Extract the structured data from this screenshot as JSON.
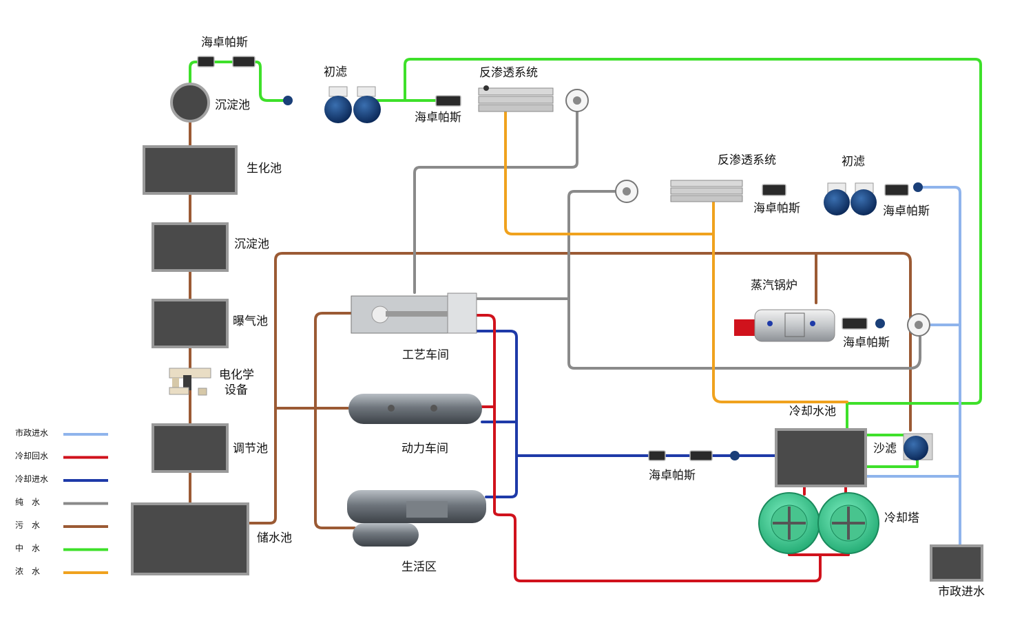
{
  "colors": {
    "municipal_in": "#8fb4ec",
    "cooling_return": "#d0121c",
    "cooling_in": "#1e3aa8",
    "pure_water": "#8a8a8a",
    "sewage": "#9b5a34",
    "middle_water": "#3ee02a",
    "concentrate": "#f0a21e"
  },
  "labels": {
    "hydropath_top": "海卓帕斯",
    "settling_small": "沉淀池",
    "prefilter_top": "初滤",
    "ro_top": "反渗透系统",
    "hydropath_ro_top": "海卓帕斯",
    "biochem": "生化池",
    "settling": "沉淀池",
    "aeration": "曝气池",
    "electrochem_1": "电化学",
    "electrochem_2": "设备",
    "regulating": "调节池",
    "storage": "储水池",
    "ro_right": "反渗透系统",
    "prefilter_right": "初滤",
    "hydropath_ro_right": "海卓帕斯",
    "hydropath_right": "海卓帕斯",
    "boiler": "蒸汽锅炉",
    "hydropath_boiler": "海卓帕斯",
    "workshop": "工艺车间",
    "power_room": "动力车间",
    "living_area": "生活区",
    "cooling_pool": "冷却水池",
    "sand_filter": "沙滤",
    "hydropath_cooling": "海卓帕斯",
    "cooling_tower": "冷却塔",
    "municipal_tank": "市政进水"
  },
  "legend": [
    {
      "label": "市政进水",
      "color": "#8fb4ec"
    },
    {
      "label": "冷却回水",
      "color": "#d0121c"
    },
    {
      "label": "冷却进水",
      "color": "#1e3aa8"
    },
    {
      "label": "纯　水",
      "color": "#8a8a8a"
    },
    {
      "label": "污　水",
      "color": "#9b5a34"
    },
    {
      "label": "中　水",
      "color": "#3ee02a"
    },
    {
      "label": "浓　水",
      "color": "#f0a21e"
    }
  ]
}
